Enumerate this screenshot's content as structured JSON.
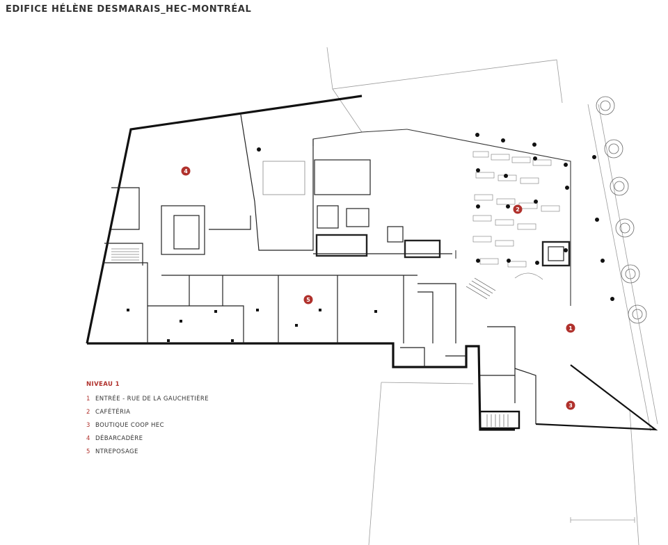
{
  "page_title": "EDIFICE HÉLÈNE DESMARAIS_HEC-MONTRÉAL",
  "legend": {
    "heading": "NIVEAU 1",
    "items": [
      {
        "num": "1",
        "label": "ENTRÉE - RUE DE LA GAUCHETIÈRE"
      },
      {
        "num": "2",
        "label": "CAFÉTÉRIA"
      },
      {
        "num": "3",
        "label": "BOUTIQUE COOP HEC"
      },
      {
        "num": "4",
        "label": "DÉBARCADÈRE"
      },
      {
        "num": "5",
        "label": "NTREPOSAGE"
      }
    ]
  },
  "markers": [
    {
      "num": "1"
    },
    {
      "num": "2"
    },
    {
      "num": "3"
    },
    {
      "num": "4"
    },
    {
      "num": "5"
    }
  ],
  "colors": {
    "accent": "#b0312c",
    "wall": "#111111",
    "line": "#555555"
  }
}
